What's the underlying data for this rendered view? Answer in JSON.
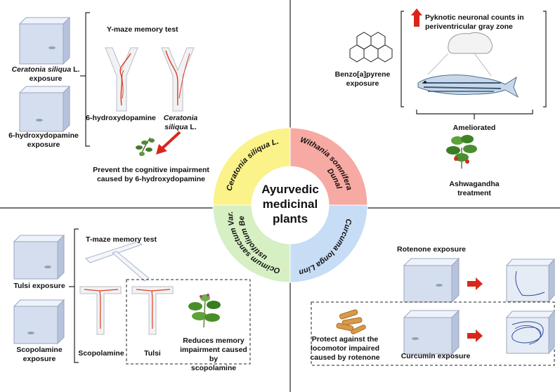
{
  "center": {
    "title_line1": "Ayurvedic",
    "title_line2": "medicinal",
    "title_line3": "plants",
    "segments": [
      {
        "line1": "Ceratonia siliqua L.",
        "line2": "",
        "color": "#fbf28a"
      },
      {
        "line1": "Withania somnifera",
        "line2": "Dunal",
        "color": "#f7a9a3"
      },
      {
        "line1": "Curcuma longa Linn",
        "line2": "",
        "color": "#c7dcf5"
      },
      {
        "line1": "Ocimum sanctum Var.",
        "line2": "angustifolium Benth",
        "color": "#d6efc3"
      }
    ]
  },
  "q1": {
    "tank1_label_italic": "Ceratonia siliqua",
    "tank1_label_rest": " L.",
    "tank1_label_line2": "exposure",
    "tank2_label_line1": "6-hydroxydopamine",
    "tank2_label_line2": "exposure",
    "test_title": "Y-maze memory test",
    "maze1_label": "6-hydroxydopamine",
    "maze2_label_line1": "Ceratonia",
    "maze2_label_line2": "siliqua",
    "maze2_label_suffix": " L.",
    "result_line1": "Prevent the cognitive impairment",
    "result_line2": "caused by 6-hydroxydopamine"
  },
  "q2": {
    "arrow_text_line1": "Pyknotic neuronal counts in",
    "arrow_text_line2": "periventricular gray zone",
    "exposure_line1": "Benzo[a]pyrene",
    "exposure_line2": "exposure",
    "outcome": "Ameliorated",
    "treatment_line1": "Ashwagandha",
    "treatment_line2": "treatment"
  },
  "q3": {
    "tank1_label": "Tulsi exposure",
    "tank2_label_line1": "Scopolamine",
    "tank2_label_line2": "exposure",
    "test_title": "T-maze memory test",
    "maze1_label": "Scopolamine",
    "maze2_label": "Tulsi",
    "result_line1": "Reduces memory",
    "result_line2": "impairment caused by",
    "result_line3": "scopolamine"
  },
  "q4": {
    "exposure_label": "Rotenone exposure",
    "result_line1": "Protect against the",
    "result_line2": "locomotor impaired",
    "result_line3": "caused by rotenone",
    "treatment_label": "Curcumin exposure"
  },
  "colors": {
    "tank_water": "#d5deef",
    "tank_side": "#b7c3dd",
    "arrow_red": "#d9261c",
    "trace_red": "#e03a20",
    "trace_blue": "#2c4a9a"
  }
}
